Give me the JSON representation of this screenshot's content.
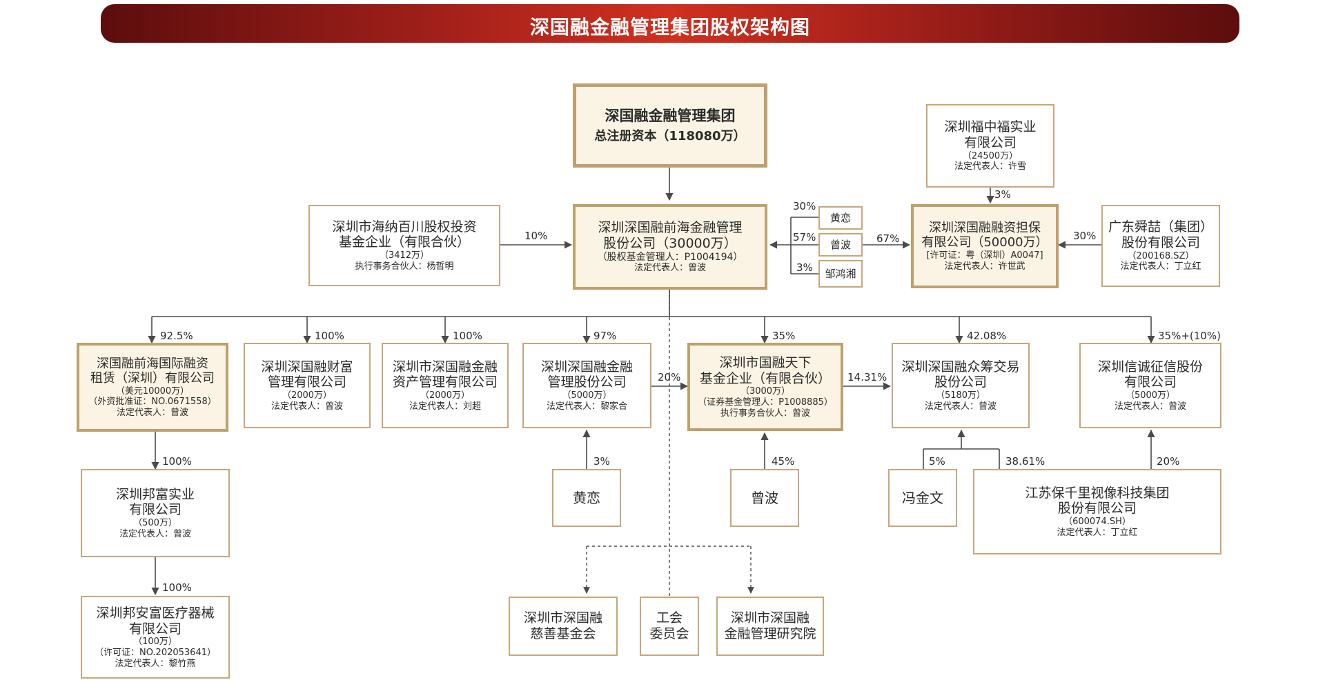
{
  "title": "深国融金融管理集团股权架构图",
  "top": {
    "name": "深国融金融管理集团",
    "capital": "总注册资本（118080万）"
  },
  "center": {
    "name1": "深圳深国融前海金融管理",
    "name2": "股份公司（30000万）",
    "fund": "（股权基金管理人：P1004194）",
    "rep": "法定代表人：曾波"
  },
  "haina": {
    "name1": "深圳市海纳百川股权投资",
    "name2": "基金企业（有限合伙）",
    "capital": "（3412万）",
    "rep": "执行事务合伙人：杨哲明",
    "pct": "10%"
  },
  "persons_small": [
    {
      "name": "黄恋",
      "pct": "30%"
    },
    {
      "name": "曾波",
      "pct": "57%"
    },
    {
      "name": "邹鸿湘",
      "pct": "3%"
    }
  ],
  "guarantee": {
    "name1": "深圳深国融融资担保",
    "name2": "有限公司（50000万）",
    "license": "[许可证：粤（深圳）A0047]",
    "rep": "法定代表人：许世武",
    "pct_from_center": "67%"
  },
  "fuzhongfu": {
    "name1": "深圳福中福实业",
    "name2": "有限公司",
    "capital": "（24500万）",
    "rep": "法定代表人：许雪",
    "pct": "3%"
  },
  "shunzhe": {
    "name1": "广东舜喆（集团）",
    "name2": "股份有限公司",
    "code": "（200168.SZ）",
    "rep": "法定代表人：丁立红",
    "pct": "30%"
  },
  "subs": [
    {
      "pct": "92.5%",
      "lines": [
        "深国融前海国际融资",
        "租赁（深圳）有限公司",
        "（美元10000万）",
        "（外资批准证：NO.0671558）",
        "法定代表人：曾波"
      ]
    },
    {
      "pct": "100%",
      "lines": [
        "深圳深国融财富",
        "管理有限公司",
        "（2000万）",
        "法定代表人：曾波"
      ]
    },
    {
      "pct": "100%",
      "lines": [
        "深圳市深国融金融",
        "资产管理有限公司",
        "（2000万）",
        "法定代表人：刘超"
      ]
    },
    {
      "pct": "97%",
      "lines": [
        "深圳深国融金融",
        "管理股份公司",
        "（5000万）",
        "法定代表人：黎家合"
      ]
    },
    {
      "pct": "35%",
      "lines": [
        "深圳市国融天下",
        "基金企业（有限合伙）",
        "（3000万）",
        "（证券基金管理人：P1008885）",
        "执行事务合伙人：曾波"
      ]
    },
    {
      "pct": "42.08%",
      "lines": [
        "深圳深国融众筹交易",
        "股份公司",
        "（5180万）",
        "法定代表人：曾波"
      ]
    },
    {
      "pct": "35%+(10%)",
      "lines": [
        "深圳信诚征信股份",
        "有限公司",
        "（5000万）",
        "法定代表人：曾波"
      ]
    }
  ],
  "links": {
    "mgmt_to_fund": "20%",
    "fund_to_crowd": "14.31%"
  },
  "bangfu": {
    "pct": "100%",
    "lines": [
      "深圳邦富实业",
      "有限公司",
      "（500万）",
      "法定代表人：曾波"
    ]
  },
  "bangan": {
    "pct": "100%",
    "lines": [
      "深圳邦安富医疗器械",
      "有限公司",
      "（100万）",
      "（许可证：NO.202053641）",
      "法定代表人：黎竹燕"
    ]
  },
  "owners_bottom": [
    {
      "name": "黄恋",
      "pct": "3%"
    },
    {
      "name": "曾波",
      "pct": "45%"
    },
    {
      "name": "冯金文",
      "pct": "5%"
    }
  ],
  "jiangsu": {
    "lines": [
      "江苏保千里视像科技集团",
      "股份有限公司",
      "（600074.SH）",
      "法定代表人：丁立红"
    ],
    "pct_to_crowd": "38.61%",
    "pct_to_credit": "20%"
  },
  "affiliates": [
    {
      "lines": [
        "深圳市深国融",
        "慈善基金会"
      ]
    },
    {
      "lines": [
        "工会",
        "委员会"
      ]
    },
    {
      "lines": [
        "深圳市深国融",
        "金融管理研究院"
      ]
    }
  ]
}
